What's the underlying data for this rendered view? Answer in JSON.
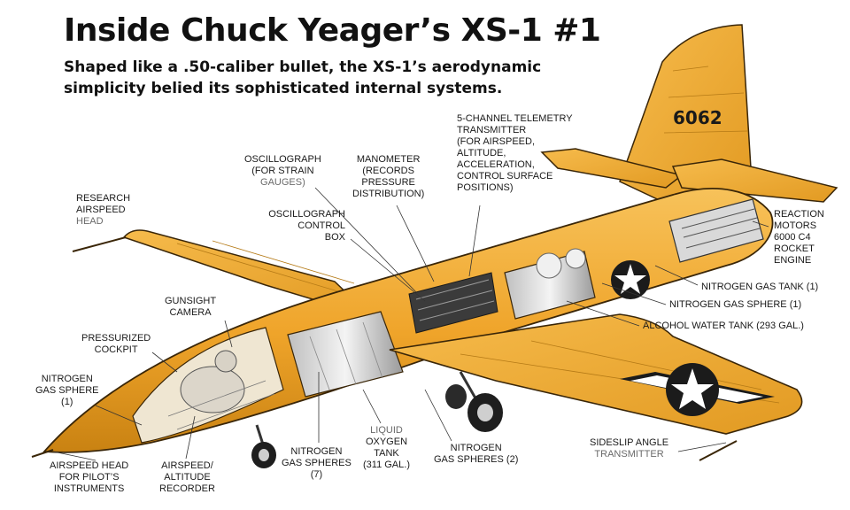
{
  "header": {
    "title": "Inside Chuck Yeager’s XS-1 #1",
    "subtitle_line1": "Shaped like a .50-caliber bullet, the XS-1’s aerodynamic",
    "subtitle_line2": "simplicity belied its sophisticated internal systems."
  },
  "aircraft": {
    "tail_number": "6062",
    "body_color": "#f0a726",
    "outline_color": "#3a2608"
  },
  "labels": {
    "research_airspeed_head": [
      "RESEARCH",
      "AIRSPEED",
      "HEAD"
    ],
    "oscillograph_strain": [
      "OSCILLOGRAPH",
      "(FOR STRAIN",
      "GAUGES)"
    ],
    "manometer": [
      "MANOMETER",
      "(RECORDS",
      "PRESSURE",
      "DISTRIBUTION)"
    ],
    "telemetry": [
      "5-CHANNEL TELEMETRY",
      "TRANSMITTER",
      "(FOR AIRSPEED,",
      "ALTITUDE,",
      "ACCELERATION,",
      "CONTROL SURFACE",
      "POSITIONS)"
    ],
    "oscillograph_control": [
      "OSCILLOGRAPH",
      "CONTROL",
      "BOX"
    ],
    "reaction_motors": [
      "REACTION",
      "MOTORS",
      "6000 C4",
      "ROCKET",
      "ENGINE"
    ],
    "nitrogen_gas_tank": "NITROGEN GAS TANK (1)",
    "nitrogen_gas_sphere_rear": "NITROGEN GAS SPHERE (1)",
    "alcohol_water_tank": "ALCOHOL WATER TANK (293 GAL.)",
    "gunsight_camera": [
      "GUNSIGHT",
      "CAMERA"
    ],
    "pressurized_cockpit": [
      "PRESSURIZED",
      "COCKPIT"
    ],
    "nitrogen_gas_sphere_front": [
      "NITROGEN",
      "GAS SPHERE",
      "(1)"
    ],
    "airspeed_head_pilot": [
      "AIRSPEED HEAD",
      "FOR PILOT’S",
      "INSTRUMENTS"
    ],
    "airspeed_altitude_recorder": [
      "AIRSPEED/",
      "ALTITUDE",
      "RECORDER"
    ],
    "nitrogen_gas_spheres_7": [
      "NITROGEN",
      "GAS SPHERES",
      "(7)"
    ],
    "liquid_oxygen_tank": [
      "LIQUID",
      "OXYGEN",
      "TANK",
      "(311 GAL.)"
    ],
    "nitrogen_gas_spheres_2": [
      "NITROGEN",
      "GAS SPHERES (2)"
    ],
    "sideslip_angle": [
      "SIDESLIP ANGLE",
      "TRANSMITTER"
    ]
  }
}
